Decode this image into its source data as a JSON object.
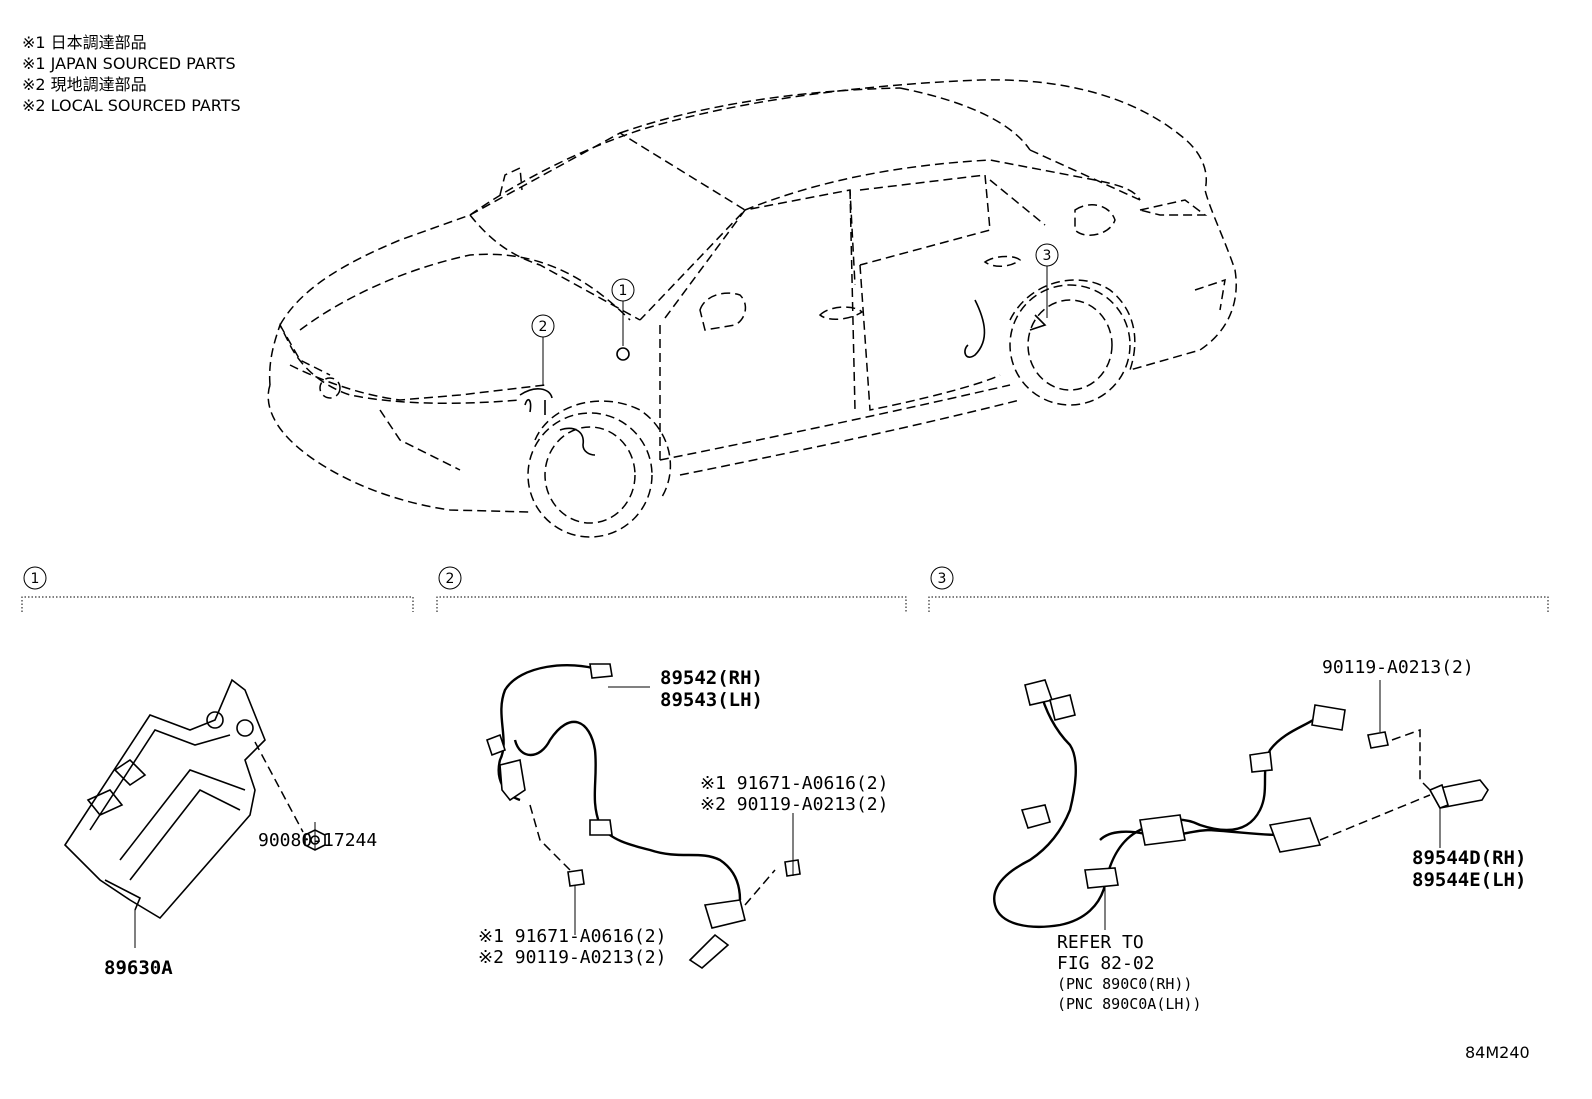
{
  "notes": [
    "※1 日本調達部品",
    "※1 JAPAN SOURCED PARTS",
    "※2 現地調達部品",
    "※2 LOCAL SOURCED PARTS"
  ],
  "car_callouts": [
    "1",
    "2",
    "3"
  ],
  "sections": [
    {
      "number": "1"
    },
    {
      "number": "2"
    },
    {
      "number": "3"
    }
  ],
  "section1": {
    "parts": [
      "89630A",
      "90080-17244"
    ]
  },
  "section2": {
    "sensor": [
      "89542(RH)",
      "89543(LH)"
    ],
    "fastener_right": [
      "※1 91671-A0616(2)",
      "※2 90119-A0213(2)"
    ],
    "fastener_left": [
      "※1 91671-A0616(2)",
      "※2 90119-A0213(2)"
    ]
  },
  "section3": {
    "bolt": "90119-A0213(2)",
    "sensor": [
      "89544D(RH)",
      "89544E(LH)"
    ],
    "refer": [
      "REFER TO",
      "FIG 82-02"
    ],
    "pnc": [
      "(PNC 890C0(RH))",
      "(PNC 890C0A(LH))"
    ]
  },
  "figure_id": "84M240"
}
